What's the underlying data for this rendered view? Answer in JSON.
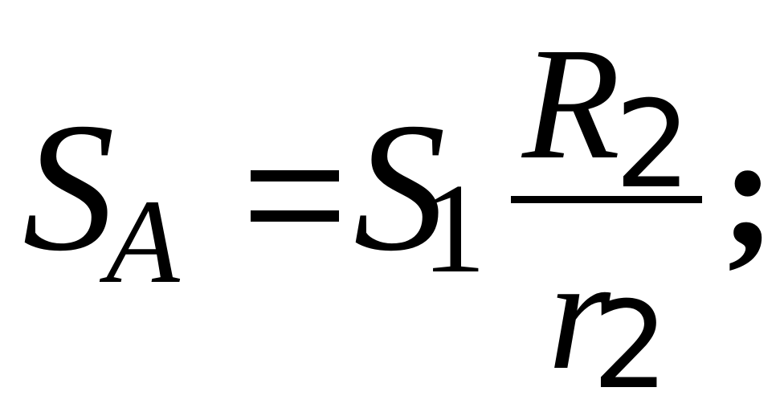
{
  "formula": {
    "lhs": {
      "base": "S",
      "sub": "A"
    },
    "equals": "=",
    "rhs": {
      "base": "S",
      "sub": "1",
      "fraction": {
        "numerator": {
          "base": "R",
          "sub": "2"
        },
        "denominator": {
          "base": "r",
          "sub": "2"
        }
      }
    },
    "terminator": ";"
  }
}
